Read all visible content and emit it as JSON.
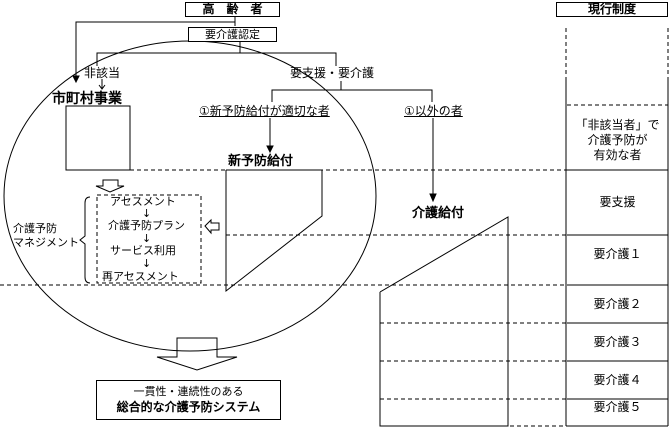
{
  "header": {
    "elderly": "高　齢　者",
    "certification": "要介護認定",
    "current_system": "現行制度"
  },
  "branches": {
    "not_applicable": "非該当",
    "support_care": "要支援・要介護",
    "new_prevention_appropriate": "①新予防給付が適切な者",
    "other_than_1": "①以外の者"
  },
  "blocks": {
    "municipal_project": "市町村事業",
    "new_prevention_benefit": "新予防給付",
    "care_benefit": "介護給付"
  },
  "management": {
    "label_line1": "介護予防",
    "label_line2": "マネジメント",
    "steps": [
      "アセスメント",
      "↓",
      "介護予防プラン",
      "↓",
      "サービス利用",
      "↓",
      "再アセスメント"
    ]
  },
  "result": {
    "line1": "一貫性・連続性のある",
    "line2": "総合的な介護予防システム"
  },
  "current_levels": [
    "「非該当者」で",
    "介護予防が",
    "有効な者",
    "要支援",
    "要介護１",
    "要介護２",
    "要介護３",
    "要介護４",
    "要介護５"
  ]
}
